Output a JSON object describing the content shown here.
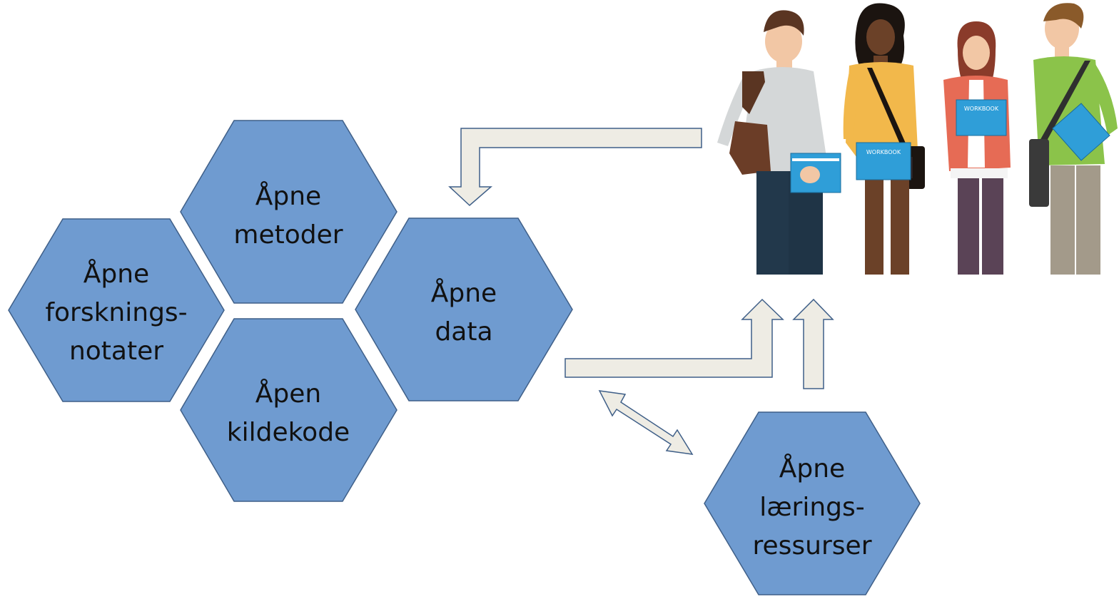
{
  "hexagons": {
    "forskningsnotater": [
      "Åpne",
      "forsknings-",
      "notater"
    ],
    "metoder": [
      "Åpne",
      "metoder"
    ],
    "data": [
      "Åpne",
      "data"
    ],
    "kildekode": [
      "Åpen",
      "kildekode"
    ],
    "laeringsressurser": [
      "Åpne",
      "lærings-",
      "ressurser"
    ]
  },
  "colors": {
    "hex_fill": "#6f9bd0",
    "hex_stroke": "#3f5f88",
    "arrow_fill": "#eeece4"
  },
  "illustration": "students-group",
  "book_label": "WORKBOOK"
}
